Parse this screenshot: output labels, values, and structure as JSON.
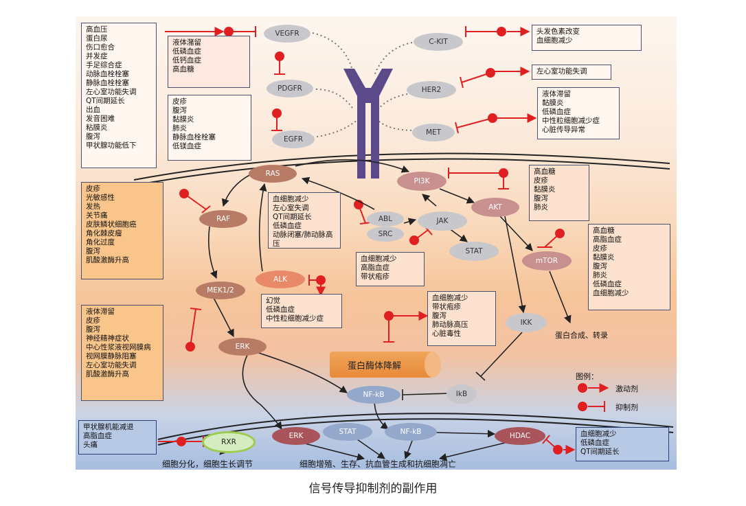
{
  "caption": "信号传导抑制剂的副作用",
  "nodes": {
    "vegfr": "VEGFR",
    "pdgfr": "PDGFR",
    "egfr": "EGFR",
    "ckit": "C-KIT",
    "her2": "HER2",
    "met": "MET",
    "ras": "RAS",
    "raf": "RAF",
    "mek": "MEK1/2",
    "erk": "ERK",
    "alk": "ALK",
    "pi3k": "PI3K",
    "akt": "AKT",
    "abl": "ABL",
    "src": "SRC",
    "jak": "JAK",
    "stat": "STAT",
    "mtor": "mTOR",
    "ikk": "IKK",
    "ikb": "IkB",
    "nfkb": "NF-kB",
    "rxr": "RXR",
    "erk2": "ERK",
    "stat2": "STAT",
    "nfkb2": "NF-kB",
    "hdac": "HDAC"
  },
  "boxes": {
    "vegfr_effects": "高血压\n蛋白尿\n伤口愈合\n并发症\n手足综合症\n动脉血栓栓塞\n静脉血栓栓塞\n左心室功能失调\nQT间期延长\n出血\n发音困难\n粘膜炎\n腹泻\n甲状腺功能低下",
    "pdgfr_effects": "液体潴留\n低磷血症\n低钙血症\n高血糖",
    "egfr_effects": "皮疹\n腹泻\n黏膜炎\n肺炎\n静脉血栓栓塞\n低镁血症",
    "ckit_effects": "头发色素改变\n血细胞减少",
    "her2_effects": "左心室功能失调",
    "met_effects": "液体滞留\n黏膜炎\n低磷血症\n中性粒细胞减少症\n心脏传导异常",
    "raf_effects": "皮疹\n光敏感性\n发热\n关节痛\n皮肤鳞状细胞癌\n角化棘皮瘤\n角化过度\n腹泻\n肌酸激酶升高",
    "mek_effects": "液体滞留\n皮疹\n腹泻\n神经精神症状\n中心性浆液视网膜病\n视网膜静脉阻塞\n左心室功能失调\n肌酸激酶升高",
    "abl_effects": "血细胞减少\n左心室失调\nQT间期延长\n低磷血症\n动脉闭塞/肺动脉高压",
    "alk_effects": "幻觉\n低磷血症\n中性粒细胞减少症",
    "jak_effects": "血细胞减少\n高脂血症\n带状疱疹",
    "mid_effects": "血细胞减少\n带状疱疹\n腹泻\n肺动脉高压\n心脏毒性",
    "pi3k_effects": "高血糖\n皮疹\n黏膜炎\n腹泻\n肺炎",
    "mtor_effects": "高血糖\n高脂血症\n皮疹\n黏膜炎\n腹泻\n肺炎\n低磷血症\n血细胞减少",
    "rxr_effects": "甲状腺机能减退\n高脂血症\n头痛",
    "hdac_effects": "血细胞减少\n低磷血症\nQT间期延长"
  },
  "labels": {
    "degrade": "蛋白酶体降解",
    "protein": "蛋白合成、转录",
    "diff": "细胞分化，细胞生长调节",
    "prolif": "细胞增殖、生存、抗血管生成和抗细胞凋亡",
    "legend_title": "图例：",
    "legend_agonist": "激动剂",
    "legend_inhibitor": "抑制剂"
  },
  "colors": {
    "inhibitor": "#e02020",
    "arrow": "#222222",
    "receptor": "#5a4a8a"
  }
}
